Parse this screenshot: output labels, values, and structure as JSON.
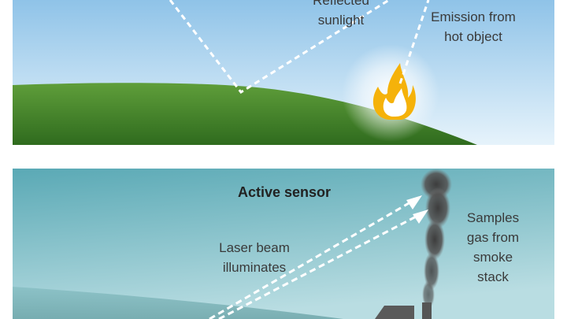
{
  "top_panel": {
    "reflected_label": "Reflected\nsunlight",
    "emission_label": "Emission from\nhot object"
  },
  "bottom_panel": {
    "title": "Active sensor",
    "laser_label": "Laser beam\nilluminates",
    "samples_label": "Samples\ngas from\nsmoke\nstack"
  },
  "colors": {
    "sky_top": "#8fc3e8",
    "sky_bottom": "#e6f3fb",
    "hill_top": "#5f9e3a",
    "hill_bottom": "#2f6b1e",
    "flame_outer": "#f5b20a",
    "flame_inner": "#ffffff",
    "teal_sky_top": "#5aa9b5",
    "teal_sky_bottom": "#b9dde2",
    "smoke": "#3d3d3d",
    "beam": "#ffffff"
  }
}
